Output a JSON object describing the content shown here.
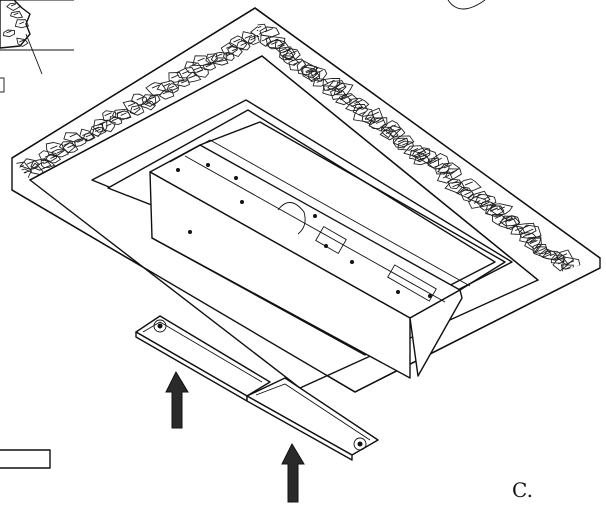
{
  "labels": {
    "corner_mark": "C."
  },
  "colors": {
    "ink": "#111111",
    "paper": "#ffffff",
    "arrow_fill": "#2a2a2a"
  },
  "parts": [
    {
      "name": "stone-surround"
    },
    {
      "name": "firebox-insert"
    },
    {
      "name": "cover-plate-left"
    },
    {
      "name": "cover-plate-right"
    },
    {
      "name": "arrow-up-left"
    },
    {
      "name": "arrow-up-right"
    }
  ]
}
